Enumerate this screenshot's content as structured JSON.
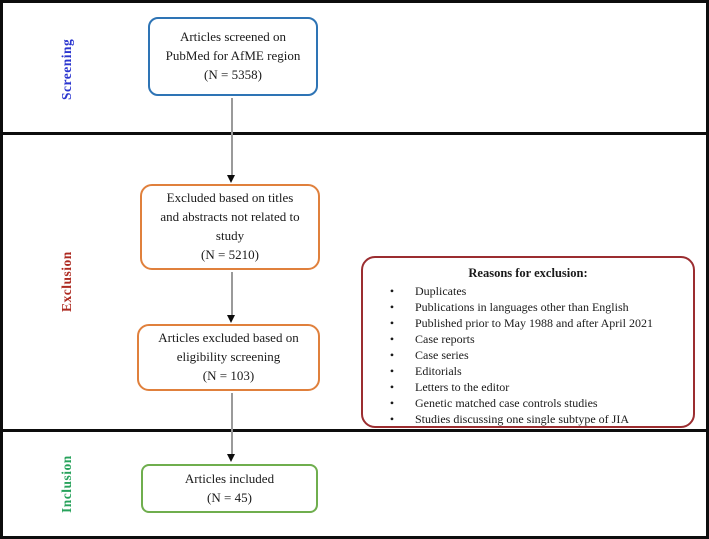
{
  "sections": [
    {
      "label": "Screening",
      "color": "#2a35cf"
    },
    {
      "label": "Exclusion",
      "color": "#ad2a21"
    },
    {
      "label": "Inclusion",
      "color": "#27a25b"
    }
  ],
  "boxes": {
    "screened": {
      "text": "Articles screened on\nPubMed for AfME region\n(N = 5358)",
      "border_color": "#2e74b5"
    },
    "excluded_titles": {
      "text": "Excluded based on titles\nand abstracts not related to\nstudy\n(N = 5210)",
      "border_color": "#e0803c"
    },
    "excluded_eligibility": {
      "text": "Articles excluded based on\neligibility screening\n(N = 103)",
      "border_color": "#e0803c"
    },
    "included": {
      "text": "Articles included\n(N = 45)",
      "border_color": "#6fae4e"
    }
  },
  "reasons_box": {
    "title": "Reasons for exclusion:",
    "border_color": "#9b2d30",
    "bullet_glyph": "•",
    "items": [
      "Duplicates",
      "Publications in languages other than English",
      "Published prior to May 1988 and after April 2021",
      "Case reports",
      "Case series",
      "Editorials",
      "Letters to the editor",
      "Genetic matched case controls studies",
      "Studies discussing one single subtype of JIA"
    ]
  }
}
